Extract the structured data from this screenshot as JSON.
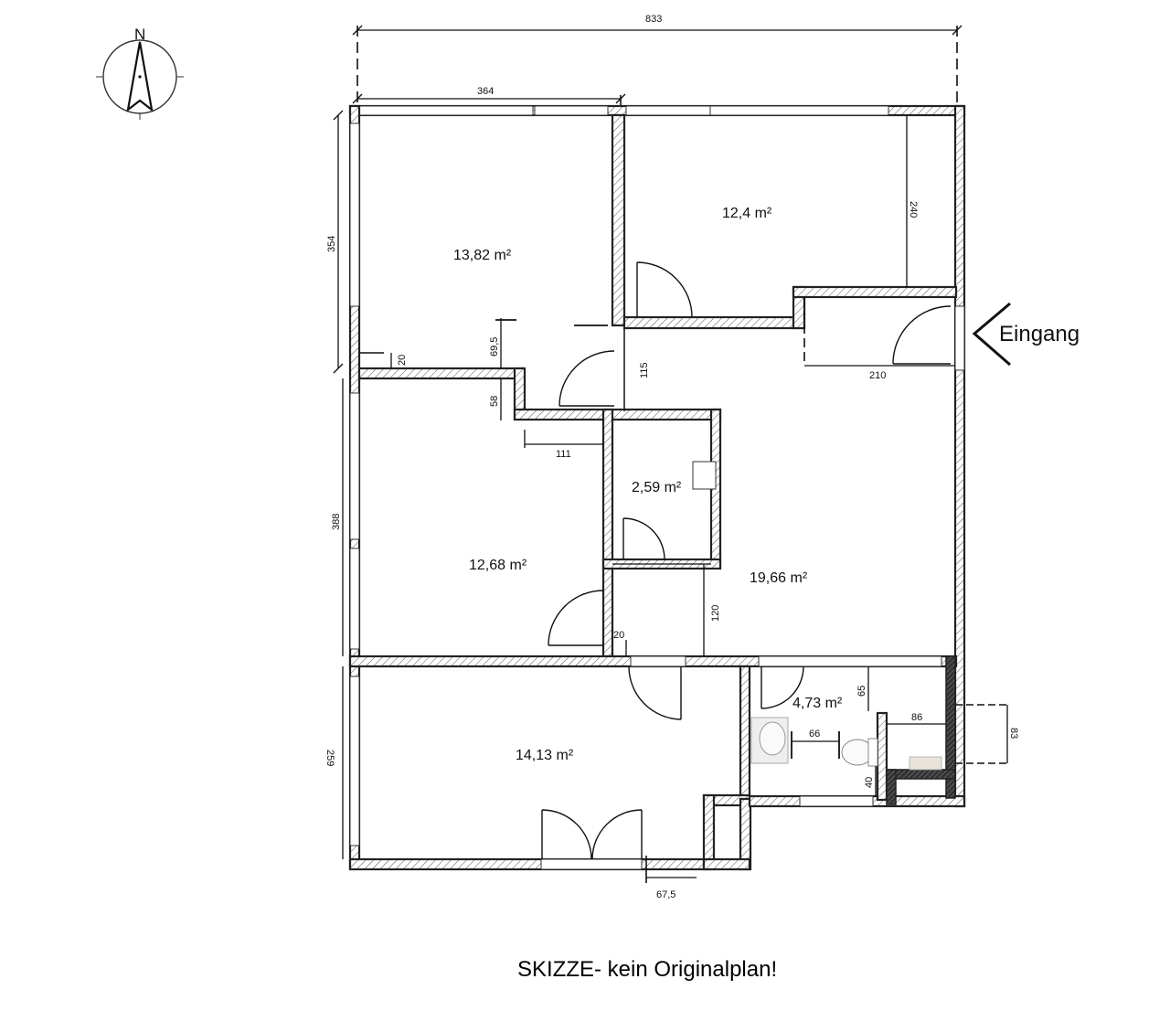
{
  "compass": {
    "north_label": "N",
    "icon": "compass-north-arrow"
  },
  "entrance": {
    "label": "Eingang",
    "icon": "chevron-left-arrow"
  },
  "footer": {
    "note": "SKIZZE- kein Originalplan!"
  },
  "rooms": [
    {
      "id": "room-nw",
      "area": "13,82 m²"
    },
    {
      "id": "room-ne",
      "area": "12,4 m²"
    },
    {
      "id": "room-w",
      "area": "12,68 m²"
    },
    {
      "id": "room-storage",
      "area": "2,59 m²"
    },
    {
      "id": "room-hall",
      "area": "19,66 m²"
    },
    {
      "id": "room-sw",
      "area": "14,13 m²"
    },
    {
      "id": "room-bath",
      "area": "4,73 m²"
    }
  ],
  "dimensions": {
    "total_width": "833",
    "nw_width": "364",
    "nw_height": "354",
    "ne_height": "240",
    "w_height": "388",
    "sw_height": "259",
    "entry_width": "210",
    "hall_gap": "115",
    "door_offset": "69,5",
    "wall_20_a": "20",
    "step_58": "58",
    "step_111": "111",
    "corridor_120": "120",
    "wall_20_b": "20",
    "bath_65": "65",
    "bath_86": "86",
    "bath_83": "83",
    "bath_66": "66",
    "bath_40": "40",
    "sw_67_5": "67,5"
  }
}
